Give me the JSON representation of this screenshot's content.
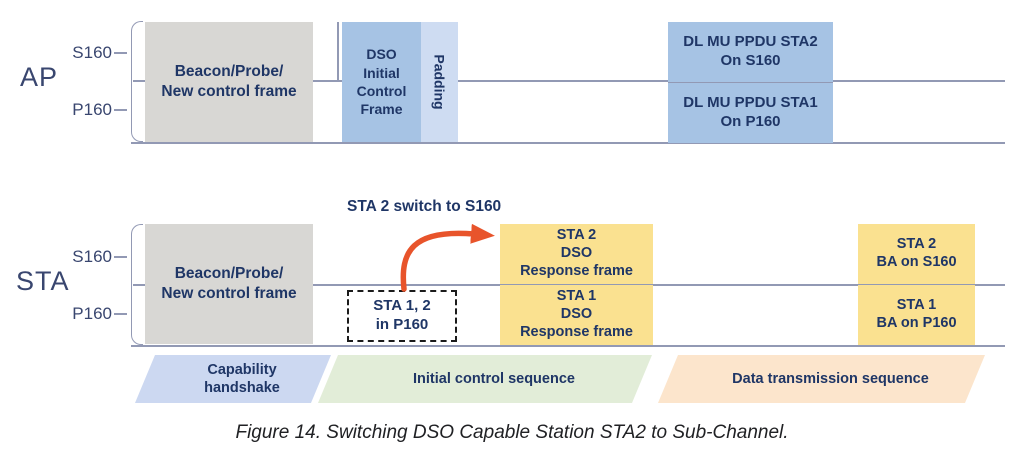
{
  "caption": "Figure 14. Switching DSO Capable Station STA2 to Sub-Channel.",
  "colors": {
    "navy": "#1f3666",
    "label": "#39466f",
    "line": "#9299b4",
    "gray_box": "#d8d7d4",
    "blue_box": "#a6c3e4",
    "padding_box": "#cedcf2",
    "yellow_box": "#fae190",
    "arrow": "#e8542b",
    "phase_blue": "#ccd8f1",
    "phase_green": "#e2edd8",
    "phase_peach": "#fce5cc"
  },
  "ap": {
    "label": "AP",
    "s160": "S160",
    "p160": "P160",
    "beacon_box": {
      "line1": "Beacon/Probe/",
      "line2": "New control frame"
    },
    "dso_lines": [
      "DSO",
      "Initial",
      "Control",
      "Frame"
    ],
    "padding_label": "Padding",
    "dl_top": {
      "line1": "DL MU PPDU STA2",
      "line2": "On S160"
    },
    "dl_bottom": {
      "line1": "DL MU PPDU STA1",
      "line2": "On P160"
    }
  },
  "sta": {
    "label": "STA",
    "s160": "S160",
    "p160": "P160",
    "beacon_box": {
      "line1": "Beacon/Probe/",
      "line2": "New control frame"
    },
    "switch_label": "STA 2 switch to S160",
    "dashed_box": {
      "line1": "STA 1, 2",
      "line2": "in P160"
    },
    "response_top": [
      "STA 2",
      "DSO",
      "Response frame"
    ],
    "response_bottom": [
      "STA 1",
      "DSO",
      "Response frame"
    ],
    "ba_top": [
      "STA 2",
      "BA on S160"
    ],
    "ba_bottom": [
      "STA 1",
      "BA on P160"
    ]
  },
  "phases": {
    "capability": {
      "line1": "Capability",
      "line2": "handshake"
    },
    "initial": "Initial control sequence",
    "data": "Data transmission sequence"
  }
}
